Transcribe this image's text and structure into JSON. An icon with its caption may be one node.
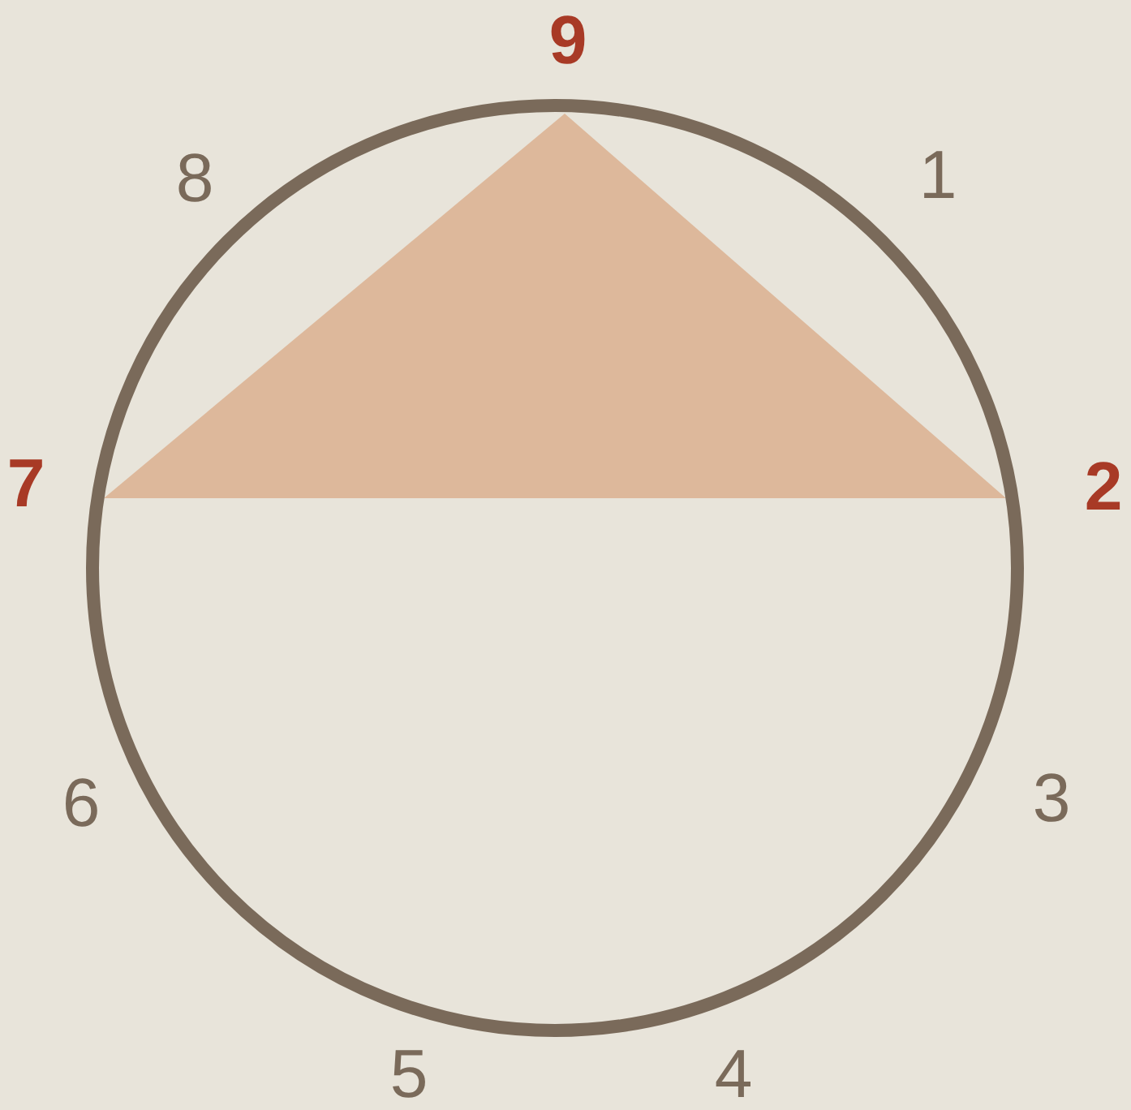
{
  "diagram": {
    "labels": [
      "9",
      "8",
      "1",
      "7",
      "2",
      "6",
      "3",
      "5",
      "4"
    ]
  }
}
